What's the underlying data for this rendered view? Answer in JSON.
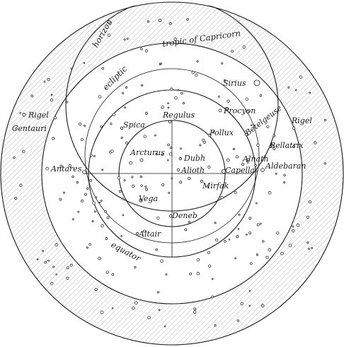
{
  "labels": {
    "horizon": "horizon",
    "tropic": "tropic of Capricorn",
    "ecliptic": "ecliptic",
    "equator": "equator",
    "sirius": "Sirius",
    "rigel_centauri_1": "Rigel",
    "rigel_centauri_2": "Centauri",
    "procyon": "Procyon",
    "regulus": "Regulus",
    "spica": "Spica",
    "pollux": "Pollux",
    "betelgeuse": "Betelgeuse",
    "rigel": "Rigel",
    "bellatrix": "Bellatrix",
    "arcturus": "Arcturus",
    "dubh": "Dubh",
    "alioth": "Alioth",
    "alnath": "Alnath",
    "capella": "Capella",
    "aldebaran": "Aldebaran",
    "antares": "Antares",
    "mirfak": "Mirfak",
    "vega": "Vega",
    "deneb": "Deneb",
    "altair": "Altair"
  }
}
